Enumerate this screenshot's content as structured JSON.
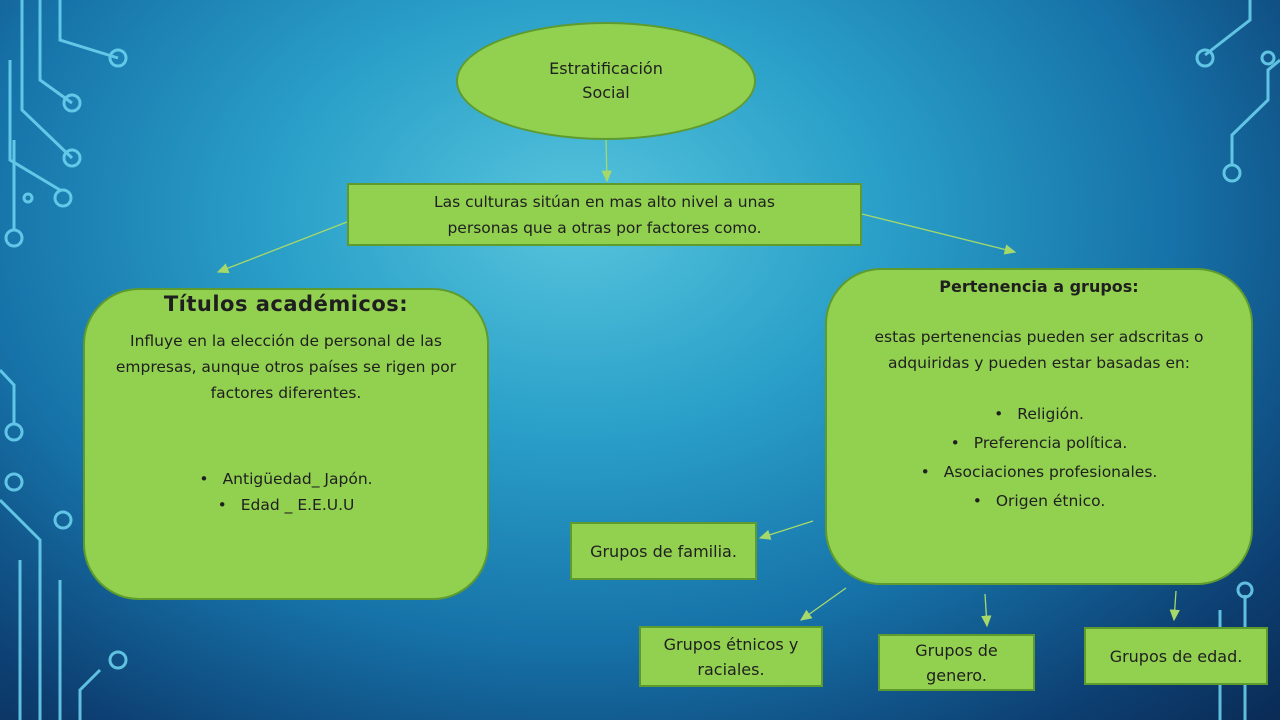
{
  "root": {
    "line1": "Estratificación",
    "line2": "Social"
  },
  "intro": {
    "line1": "Las culturas sitúan en mas alto nivel a unas",
    "line2": "personas que a otras por factores como."
  },
  "titulos": {
    "title": "Títulos académicos:",
    "description": "Influye en la elección de personal de las empresas, aunque otros países se rigen por factores diferentes.",
    "items": [
      "Antigüedad_ Japón.",
      "Edad _ E.E.U.U"
    ]
  },
  "pertenencia": {
    "title": "Pertenencia a grupos:",
    "description": "estas pertenencias pueden ser adscritas o adquiridas y pueden estar basadas en:",
    "items": [
      "Religión.",
      "Preferencia política.",
      "Asociaciones profesionales.",
      "Origen étnico."
    ]
  },
  "grupos": {
    "familia": "Grupos de familia.",
    "etnicos": "Grupos étnicos y raciales.",
    "genero": "Grupos de genero.",
    "edad": "Grupos de edad."
  },
  "colors": {
    "node_fill": "#92d050",
    "node_border": "#5e9b2e",
    "connector": "#a6d96a",
    "circuit": "#5fd0f0"
  }
}
